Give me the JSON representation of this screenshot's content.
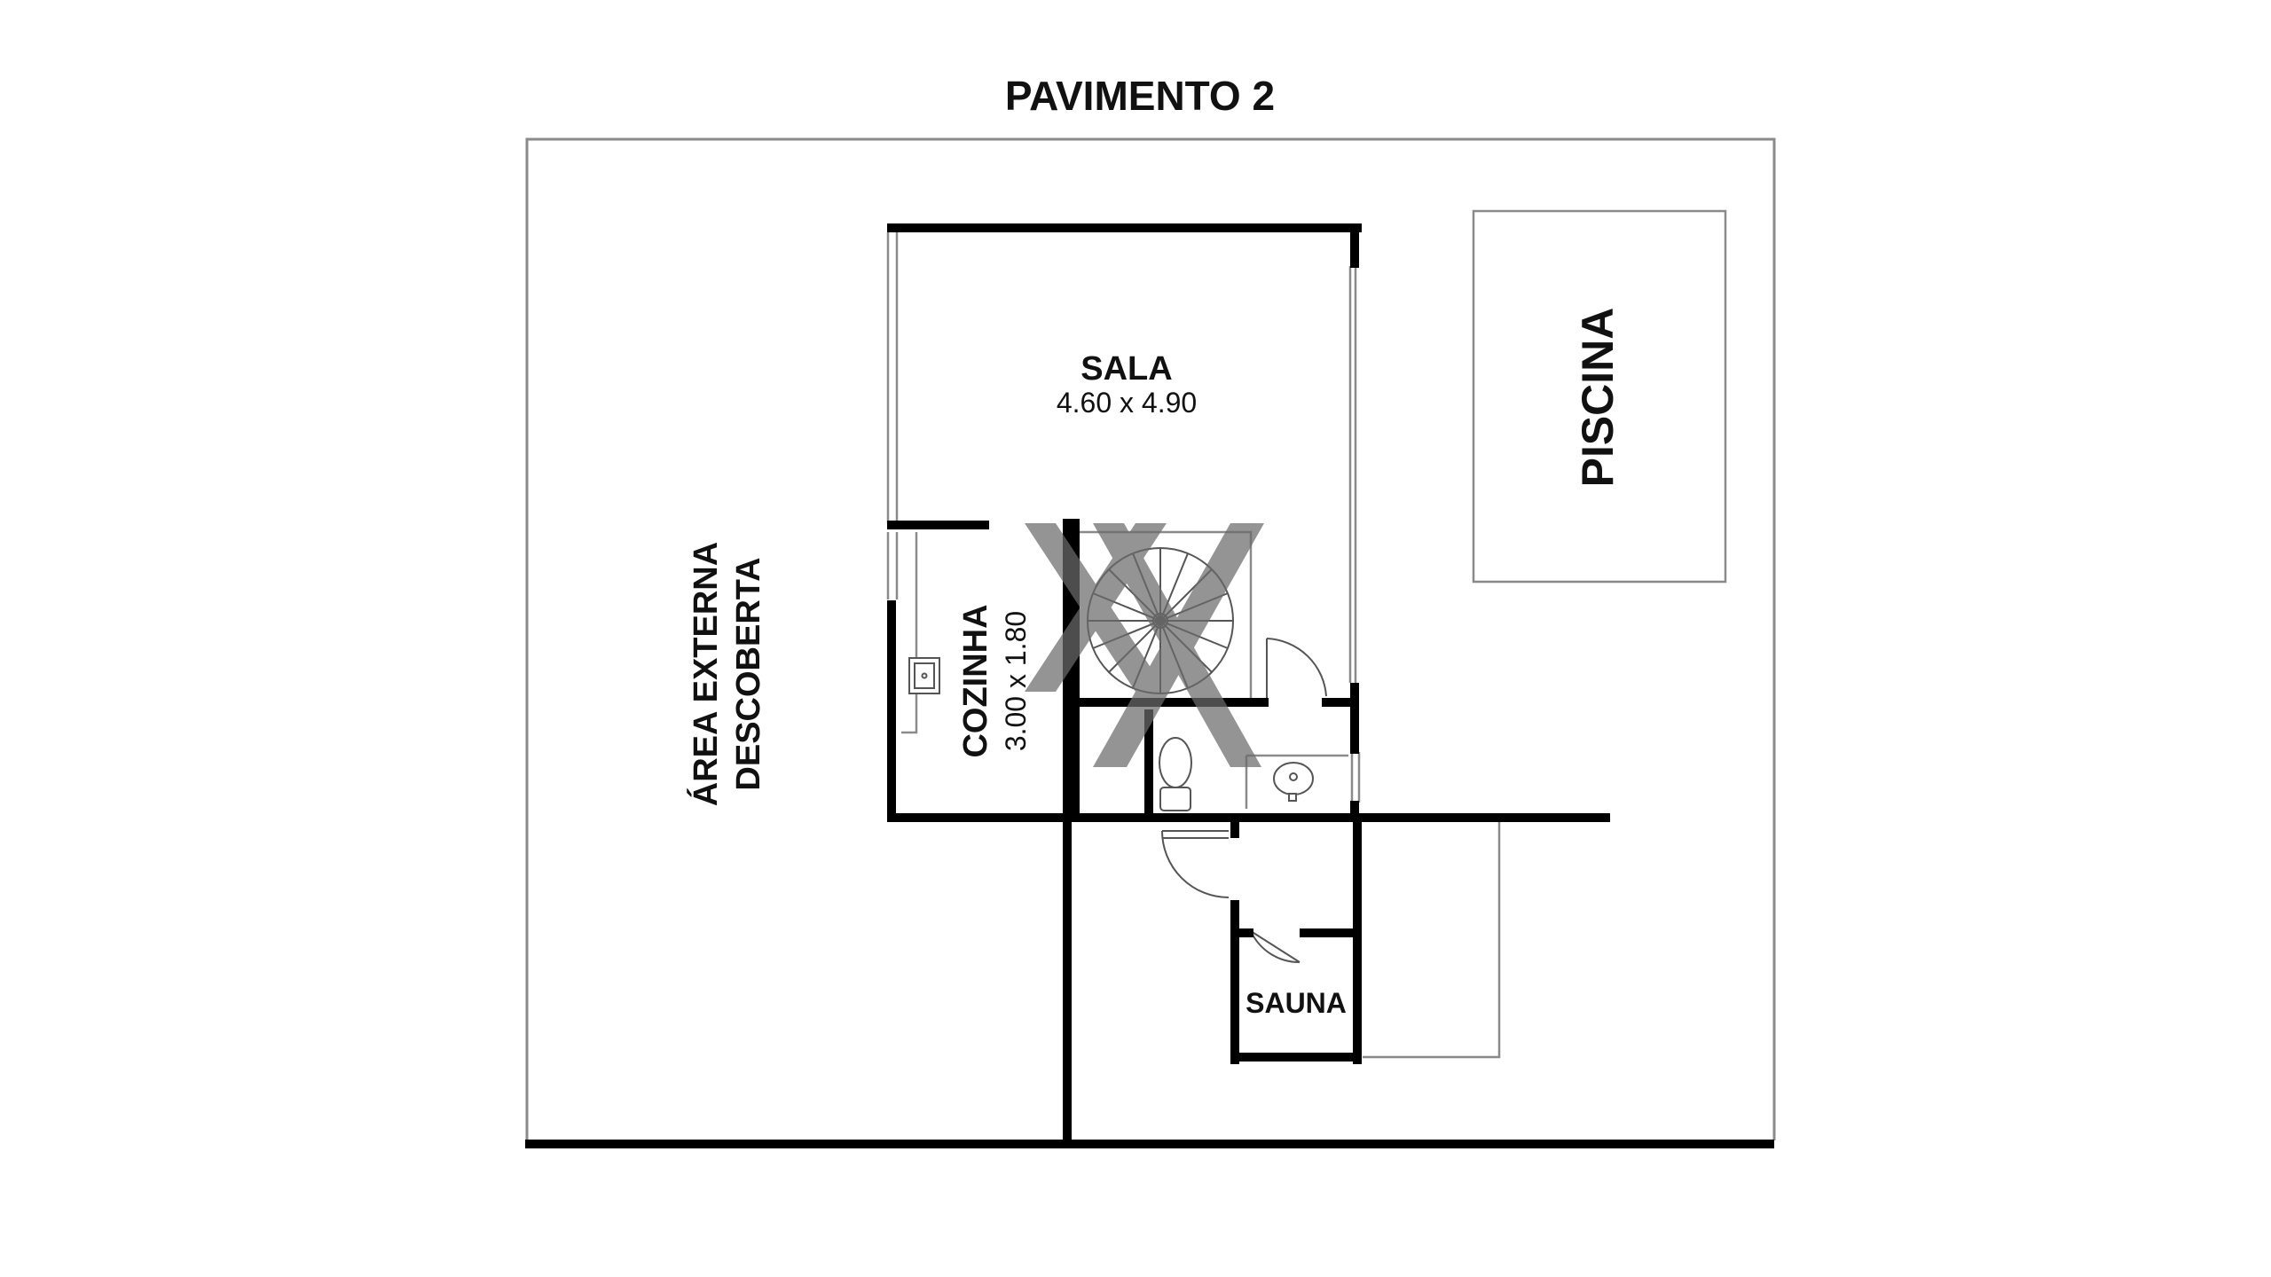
{
  "title": "PAVIMENTO 2",
  "rooms": {
    "sala": {
      "name": "SALA",
      "dims": "4.60 x 4.90"
    },
    "cozinha": {
      "name": "COZINHA",
      "dims": "3.00 x 1.80"
    },
    "area_externa": {
      "line1": "ÁREA EXTERNA",
      "line2": "DESCOBERTA"
    },
    "piscina": {
      "name": "PISCINA"
    },
    "sauna": {
      "name": "SAUNA"
    }
  },
  "colors": {
    "wall": "#000000",
    "thin_line": "#8a8a8a",
    "fixture": "#555555",
    "watermark": "#6b6b6b"
  },
  "icons": {
    "watermark": "x-logo-watermark-icon",
    "stair": "spiral-staircase-icon",
    "toilet": "toilet-icon",
    "sink": "sink-icon",
    "kitchen_sink": "kitchen-sink-icon"
  }
}
